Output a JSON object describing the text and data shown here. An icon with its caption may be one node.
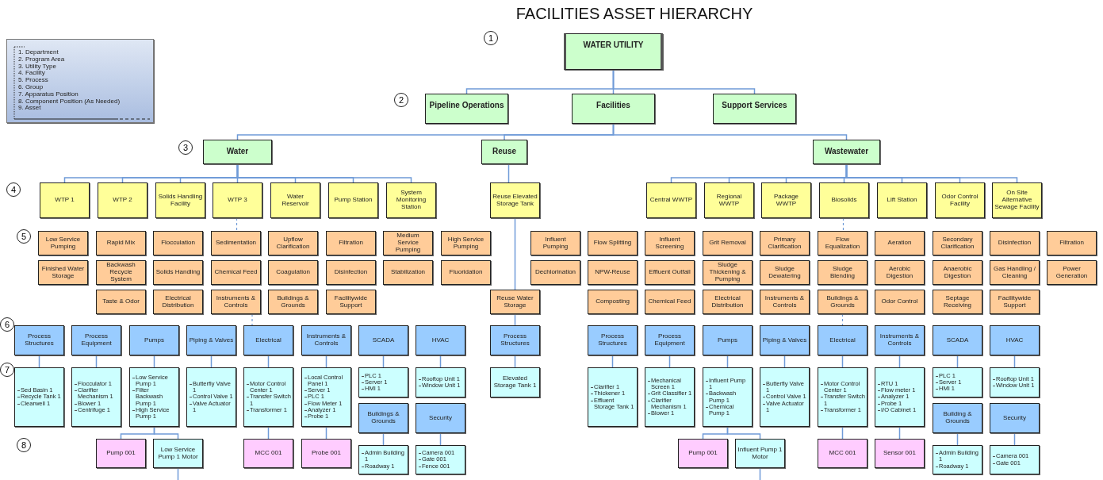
{
  "diagram": {
    "title": "FACILITIES ASSET HIERARCHY",
    "nodes": [
      {
        "text": [
          "1. Department",
          "2. Program Area",
          "3. Utility Type",
          "4. Facility",
          "5. Process",
          "6. Group",
          "7. Apparatus Position",
          "8. Component Position (As Needed)",
          "9. Asset"
        ]
      },
      {
        "text": [
          "WATER UTILITY"
        ]
      },
      {
        "text": [
          "Pipeline Operations"
        ]
      },
      {
        "text": [
          "Facilities"
        ]
      },
      {
        "text": [
          "Support Services"
        ]
      },
      {
        "text": [
          "Water"
        ]
      },
      {
        "text": [
          "Reuse"
        ]
      },
      {
        "text": [
          "Wastewater"
        ]
      },
      {
        "text": [
          "WTP 1"
        ]
      },
      {
        "text": [
          "WTP 2"
        ]
      },
      {
        "text": [
          "Solids Handling Facility"
        ]
      },
      {
        "text": [
          "WTP 3"
        ]
      },
      {
        "text": [
          "Water Reservoir"
        ]
      },
      {
        "text": [
          "Pump Station"
        ]
      },
      {
        "text": [
          "System Monitoring Station"
        ]
      },
      {
        "text": [
          "Reuse Elevated Storage Tank"
        ]
      },
      {
        "text": [
          "Central WWTP"
        ]
      },
      {
        "text": [
          "Regional WWTP"
        ]
      },
      {
        "text": [
          "Package WWTP"
        ]
      },
      {
        "text": [
          "Biosolids"
        ]
      },
      {
        "text": [
          "Lift Station"
        ]
      },
      {
        "text": [
          "Odor Control Facility"
        ]
      },
      {
        "text": [
          "On Site Alternative Sewage Facility"
        ]
      },
      {
        "text": [
          "Low Service Pumping"
        ]
      },
      {
        "text": [
          "Rapid Mix"
        ]
      },
      {
        "text": [
          "Flocculation"
        ]
      },
      {
        "text": [
          "Sedimentation"
        ]
      },
      {
        "text": [
          "Upflow Clarification"
        ]
      },
      {
        "text": [
          "Filtration"
        ]
      },
      {
        "text": [
          "Medium Service Pumping"
        ]
      },
      {
        "text": [
          "High Service Pumping"
        ]
      },
      {
        "text": [
          "Influent Pumping"
        ]
      },
      {
        "text": [
          "Flow Splitting"
        ]
      },
      {
        "text": [
          "Influent Screening"
        ]
      },
      {
        "text": [
          "Grit Removal"
        ]
      },
      {
        "text": [
          "Primary Clarification"
        ]
      },
      {
        "text": [
          "Flow Equalization"
        ]
      },
      {
        "text": [
          "Aeration"
        ]
      },
      {
        "text": [
          "Secondary Clarification"
        ]
      },
      {
        "text": [
          "Disinfection"
        ]
      },
      {
        "text": [
          "Filtration"
        ]
      },
      {
        "text": [
          "Finished Water Storage"
        ]
      },
      {
        "text": [
          "Backwash Recycle System"
        ]
      },
      {
        "text": [
          "Solids Handling"
        ]
      },
      {
        "text": [
          "Chemical Feed"
        ]
      },
      {
        "text": [
          "Coagulation"
        ]
      },
      {
        "text": [
          "Disinfection"
        ]
      },
      {
        "text": [
          "Stabilization"
        ]
      },
      {
        "text": [
          "Fluoridation"
        ]
      },
      {
        "text": [
          "Dechlorination"
        ]
      },
      {
        "text": [
          "NPW-Reuse"
        ]
      },
      {
        "text": [
          "Effluent Outfall"
        ]
      },
      {
        "text": [
          "Sludge Thickening & Pumping"
        ]
      },
      {
        "text": [
          "Sludge Dewatering"
        ]
      },
      {
        "text": [
          "Sludge Blending"
        ]
      },
      {
        "text": [
          "Aerobic Digestion"
        ]
      },
      {
        "text": [
          "Anaerobic Digestion"
        ]
      },
      {
        "text": [
          "Gas Handling / Cleaning"
        ]
      },
      {
        "text": [
          "Power Generation"
        ]
      },
      {
        "text": [
          "Taste & Odor"
        ]
      },
      {
        "text": [
          "Electrical Distribution"
        ]
      },
      {
        "text": [
          "Instruments & Controls"
        ]
      },
      {
        "text": [
          "Buildings & Grounds"
        ]
      },
      {
        "text": [
          "Facilitywide Support"
        ]
      },
      {
        "text": [
          "Reuse Water Storage"
        ]
      },
      {
        "text": [
          "Composting"
        ]
      },
      {
        "text": [
          "Chemical Feed"
        ]
      },
      {
        "text": [
          "Electrical Distribution"
        ]
      },
      {
        "text": [
          "Instruments & Controls"
        ]
      },
      {
        "text": [
          "Buildings & Grounds"
        ]
      },
      {
        "text": [
          "Odor Control"
        ]
      },
      {
        "text": [
          "Septage Receiving"
        ]
      },
      {
        "text": [
          "Facilitywide Support"
        ]
      },
      {
        "text": [
          "Process Structures"
        ]
      },
      {
        "text": [
          "Process Equipment"
        ]
      },
      {
        "text": [
          "Pumps"
        ]
      },
      {
        "text": [
          "Piping & Valves"
        ]
      },
      {
        "text": [
          "Electrical"
        ]
      },
      {
        "text": [
          "Instruments & Controls"
        ]
      },
      {
        "text": [
          "SCADA"
        ]
      },
      {
        "text": [
          "HVAC"
        ]
      },
      {
        "text": [
          "Process Structures"
        ]
      },
      {
        "text": [
          "Process Structures"
        ]
      },
      {
        "text": [
          "Process Equipment"
        ]
      },
      {
        "text": [
          "Pumps"
        ]
      },
      {
        "text": [
          "Piping & Valves"
        ]
      },
      {
        "text": [
          "Electrical"
        ]
      },
      {
        "text": [
          "Instruments & Controls"
        ]
      },
      {
        "text": [
          "SCADA"
        ]
      },
      {
        "text": [
          "HVAC"
        ]
      },
      {
        "text": [
          "Sed Basin 1",
          "Recycle Tank 1",
          "Clearwell 1"
        ]
      },
      {
        "text": [
          "Flocculator 1",
          "Clarifier Mechanism 1",
          "Blower 1",
          "Centrifuge 1"
        ]
      },
      {
        "text": [
          "Low Service Pump 1",
          "Filter Backwash Pump 1",
          "High Service Pump 1"
        ]
      },
      {
        "text": [
          "Butterfly Valve 1",
          "Control Valve 1",
          "Valve Actuator 1"
        ]
      },
      {
        "text": [
          "Motor Control Center 1",
          "Transfer Switch 1",
          "Transformer 1"
        ]
      },
      {
        "text": [
          "Local Control Panel 1",
          "Server 1",
          "PLC 1",
          "Flow Meter 1",
          "Analyzer 1",
          "Probe 1"
        ]
      },
      {
        "text": [
          "PLC 1",
          "Server 1",
          "HMI 1"
        ]
      },
      {
        "text": [
          "Rooftop Unit 1",
          "Window Unit 1"
        ]
      },
      {
        "text": [
          "Elevated Storage Tank 1"
        ]
      },
      {
        "text": [
          "Clarifier 1",
          "Thickener 1",
          "Effluent Storage Tank 1"
        ]
      },
      {
        "text": [
          "Mechanical Screen 1",
          "Grit Classifier 1",
          "Clarifier Mechanism 1",
          "Blower 1"
        ]
      },
      {
        "text": [
          "Influent Pump 1",
          "Backwash Pump 1",
          "Chemical Pump 1"
        ]
      },
      {
        "text": [
          "Butterfly Valve 1",
          "Control Valve 1",
          "Valve Actuator 1"
        ]
      },
      {
        "text": [
          "Motor Control Center 1",
          "Transfer Switch 1",
          "Transformer 1"
        ]
      },
      {
        "text": [
          "RTU 1",
          "Flow meter 1",
          "Analyzer 1",
          "Probe 1",
          "I/O Cabinet 1"
        ]
      },
      {
        "text": [
          "PLC 1",
          "Server 1",
          "HMI 1"
        ]
      },
      {
        "text": [
          "Rooftop Unit 1",
          "Window Unit 1"
        ]
      },
      {
        "text": [
          "Buildings & Grounds"
        ]
      },
      {
        "text": [
          "Security"
        ]
      },
      {
        "text": [
          "Building & Grounds"
        ]
      },
      {
        "text": [
          "Security"
        ]
      },
      {
        "text": [
          "Pump 001"
        ]
      },
      {
        "text": [
          "Low Service Pump 1 Motor"
        ]
      },
      {
        "text": [
          "MCC 001"
        ]
      },
      {
        "text": [
          "Probe 001"
        ]
      },
      {
        "text": [
          "Admin Building 1",
          "Roadway 1"
        ]
      },
      {
        "text": [
          "Camera 001",
          "Gate 001",
          "Fence 001"
        ]
      },
      {
        "text": [
          "Pump 001"
        ]
      },
      {
        "text": [
          "Influent Pump 1 Motor"
        ]
      },
      {
        "text": [
          "MCC 001"
        ]
      },
      {
        "text": [
          "Sensor 001"
        ]
      },
      {
        "text": [
          "Admin Building 1",
          "Roadway 1"
        ]
      },
      {
        "text": [
          "Camera 001",
          "Gate 001"
        ]
      }
    ],
    "edges": [
      {
        "from": 1,
        "to": 2,
        "arrow": "none"
      },
      {
        "from": 1,
        "to": 3,
        "arrow": "none"
      },
      {
        "from": 1,
        "to": 4,
        "arrow": "none"
      },
      {
        "from": 3,
        "to": 5,
        "arrow": "none"
      },
      {
        "from": 3,
        "to": 6,
        "arrow": "none"
      },
      {
        "from": 3,
        "to": 7,
        "arrow": "none"
      },
      {
        "from": 5,
        "to": 8,
        "arrow": "none"
      },
      {
        "from": 5,
        "to": 9,
        "arrow": "none"
      },
      {
        "from": 5,
        "to": 10,
        "arrow": "none"
      },
      {
        "from": 5,
        "to": 11,
        "arrow": "none"
      },
      {
        "from": 5,
        "to": 12,
        "arrow": "none"
      },
      {
        "from": 5,
        "to": 13,
        "arrow": "none"
      },
      {
        "from": 5,
        "to": 14,
        "arrow": "none"
      },
      {
        "from": 6,
        "to": 15,
        "arrow": "none"
      },
      {
        "from": 7,
        "to": 16,
        "arrow": "none"
      },
      {
        "from": 7,
        "to": 17,
        "arrow": "none"
      },
      {
        "from": 7,
        "to": 18,
        "arrow": "none"
      },
      {
        "from": 7,
        "to": 19,
        "arrow": "none"
      },
      {
        "from": 7,
        "to": 20,
        "arrow": "none"
      },
      {
        "from": 7,
        "to": 21,
        "arrow": "none"
      },
      {
        "from": 7,
        "to": 22,
        "arrow": "none"
      },
      {
        "from": 11,
        "to": 26,
        "arrow": "none",
        "style": "dashed"
      },
      {
        "from": 15,
        "to": 64,
        "arrow": "none"
      },
      {
        "from": 19,
        "to": 36,
        "arrow": "none",
        "style": "dashed"
      },
      {
        "from": 61,
        "to": 77,
        "arrow": "none",
        "style": "dashed"
      },
      {
        "from": 69,
        "to": 86,
        "arrow": "none",
        "style": "dashed"
      },
      {
        "from": 64,
        "to": 81,
        "arrow": "none"
      },
      {
        "from": 73,
        "to": 90,
        "arrow": "none"
      },
      {
        "from": 74,
        "to": 91,
        "arrow": "none"
      },
      {
        "from": 75,
        "to": 92,
        "arrow": "none"
      },
      {
        "from": 76,
        "to": 93,
        "arrow": "none"
      },
      {
        "from": 77,
        "to": 94,
        "arrow": "none"
      },
      {
        "from": 78,
        "to": 95,
        "arrow": "none"
      },
      {
        "from": 79,
        "to": 96,
        "arrow": "none"
      },
      {
        "from": 80,
        "to": 97,
        "arrow": "none"
      },
      {
        "from": 81,
        "to": 98,
        "arrow": "none"
      },
      {
        "from": 82,
        "to": 99,
        "arrow": "none"
      },
      {
        "from": 83,
        "to": 100,
        "arrow": "none"
      },
      {
        "from": 84,
        "to": 101,
        "arrow": "none"
      },
      {
        "from": 85,
        "to": 102,
        "arrow": "none"
      },
      {
        "from": 86,
        "to": 103,
        "arrow": "none"
      },
      {
        "from": 87,
        "to": 104,
        "arrow": "none"
      },
      {
        "from": 88,
        "to": 105,
        "arrow": "none"
      },
      {
        "from": 89,
        "to": 106,
        "arrow": "none"
      },
      {
        "from": 107,
        "to": 115,
        "arrow": "none"
      },
      {
        "from": 108,
        "to": 116,
        "arrow": "none"
      },
      {
        "from": 109,
        "to": 121,
        "arrow": "none"
      },
      {
        "from": 110,
        "to": 122,
        "arrow": "none"
      },
      {
        "from": 92,
        "to": 111,
        "arrow": "none"
      },
      {
        "from": 92,
        "to": 112,
        "arrow": "none"
      },
      {
        "from": 94,
        "to": 113,
        "arrow": "none"
      },
      {
        "from": 95,
        "to": 114,
        "arrow": "none"
      },
      {
        "from": 101,
        "to": 117,
        "arrow": "none"
      },
      {
        "from": 101,
        "to": 118,
        "arrow": "none"
      },
      {
        "from": 103,
        "to": 119,
        "arrow": "none"
      },
      {
        "from": 104,
        "to": 120,
        "arrow": "none"
      },
      {
        "from": 112,
        "to": null,
        "arrow": "none"
      },
      {
        "from": 118,
        "to": null,
        "arrow": "none"
      }
    ],
    "labels": [
      "1",
      "2",
      "3",
      "4",
      "5",
      "6",
      "7",
      "8"
    ]
  }
}
